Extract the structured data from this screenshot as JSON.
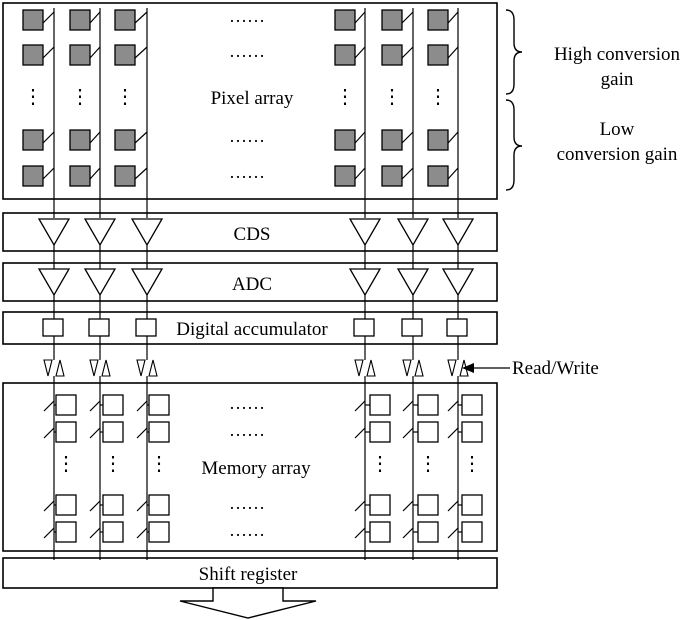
{
  "pixel_array": {
    "label": "Pixel array",
    "dots": "……",
    "vdots": "⋮",
    "cell_color": "#8c8c8c"
  },
  "gain_labels": {
    "high": [
      "High conversion",
      "gain"
    ],
    "low": [
      "Low",
      "conversion gain"
    ]
  },
  "stages": {
    "cds": "CDS",
    "adc": "ADC",
    "accumulator": "Digital accumulator"
  },
  "read_write_label": "Read/Write",
  "memory_array": {
    "label": "Memory array",
    "dots": "……",
    "vdots": "⋮"
  },
  "shift_register": "Shift register",
  "colors": {
    "stroke": "#000000",
    "pixel_fill": "#8c8c8c",
    "background": "#ffffff"
  }
}
